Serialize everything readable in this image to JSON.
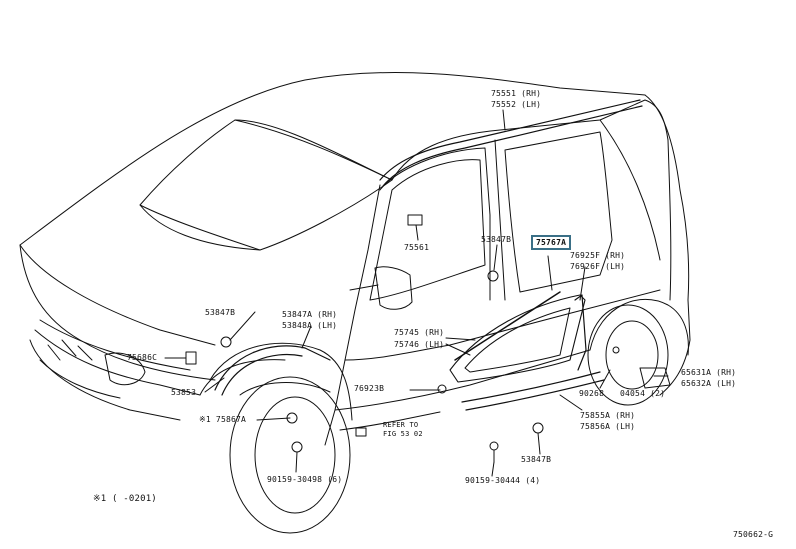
{
  "diagram": {
    "labels": {
      "p75551": "75551 (RH)",
      "p75552": "75552 (LH)",
      "p75561": "75561",
      "p53847B_top": "53847B",
      "p75767A": "75767A",
      "p75925F": "76925F (RH)",
      "p75926F": "76926F (LH)",
      "p53847B_left": "53847B",
      "p53847A": "53847A (RH)",
      "p53848A": "53848A (LH)",
      "p75686C": "75686C",
      "p53853": "53853",
      "p75745": "75745 (RH)",
      "p75746": "75746 (LH)",
      "p76923B": "76923B",
      "p75867A": "※1 75867A",
      "refer1": "REFER TO",
      "refer2": "FIG 53 02",
      "p90268": "90268",
      "p04054": "04054 (2)",
      "p65631A": "65631A (RH)",
      "p65632A": "65632A (LH)",
      "p75855A": "75855A (RH)",
      "p75856A": "75856A (LH)",
      "p53847B_bottom": "53847B",
      "p90159_30498": "90159-30498 (6)",
      "p90159_30444": "90159-30444 (4)",
      "footnote": "※1 (    -0201)",
      "figure_code": "750662-G"
    },
    "highlight_color": "#3a6f86"
  }
}
